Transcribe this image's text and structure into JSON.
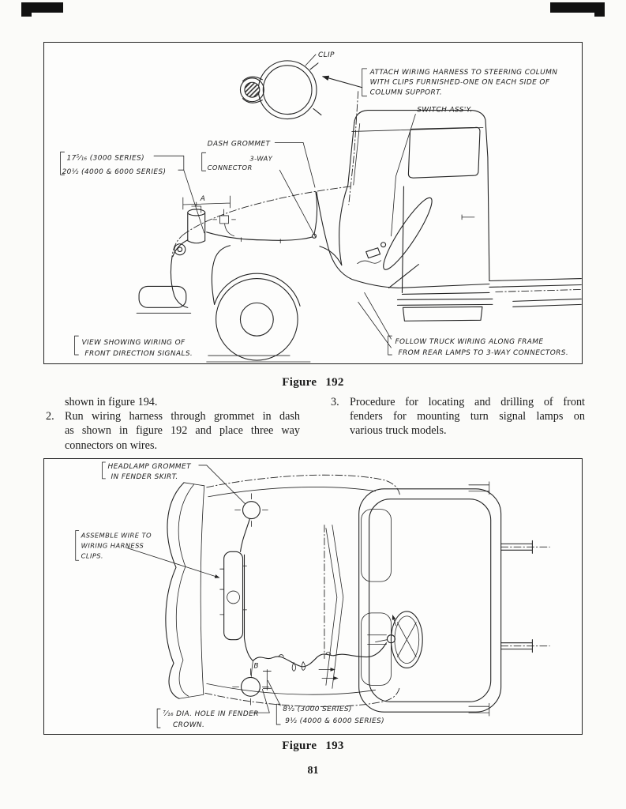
{
  "page": {
    "number": "81",
    "background": "#fbfbf9",
    "ink": "#222222"
  },
  "figure192": {
    "caption": "Figure 192",
    "labels": {
      "clip": "CLIP",
      "attach": [
        "ATTACH WIRING HARNESS TO STEERING COLUMN",
        "WITH CLIPS FURNISHED-ONE ON EACH SIDE OF",
        "COLUMN SUPPORT."
      ],
      "switch_assy": "SWITCH ASS'Y.",
      "dash_grommet": "DASH GROMMET",
      "three_way_line1": "3-WAY",
      "three_way_line2": "CONNECTOR",
      "dimension_a_letter": "A",
      "dim_3000": "17⁵⁄₁₆ (3000 SERIES)",
      "dim_4000_6000": "20½ (4000 & 6000 SERIES)",
      "view": [
        "VIEW SHOWING WIRING OF",
        "FRONT DIRECTION SIGNALS."
      ],
      "follow": [
        "FOLLOW TRUCK WIRING ALONG FRAME",
        "FROM REAR LAMPS TO 3-WAY CONNECTORS."
      ]
    }
  },
  "body_text": {
    "left_column": {
      "continuation_line": "shown in figure 194.",
      "item_number": "2.",
      "item_lines": [
        "Run wiring harness through grommet in dash",
        "as shown in figure 192 and place three way",
        "connectors on wires."
      ]
    },
    "right_column": {
      "item_number": "3.",
      "item_lines": [
        "Procedure for locating and drilling of front",
        "fenders for mounting turn signal lamps on",
        "various truck models."
      ]
    }
  },
  "figure193": {
    "caption": "Figure 193",
    "labels": {
      "headlamp_grommet": [
        "HEADLAMP GROMMET",
        "IN FENDER SKIRT."
      ],
      "assemble": [
        "ASSEMBLE WIRE TO",
        "WIRING HARNESS",
        "CLIPS."
      ],
      "dia_hole": [
        "⁷⁄₁₆ DIA. HOLE IN FENDER",
        "CROWN."
      ],
      "dim_3000": "8½ (3000 SERIES)",
      "dim_4000_6000": "9½ (4000 & 6000 SERIES)",
      "dimension_b_letter": "B"
    }
  }
}
